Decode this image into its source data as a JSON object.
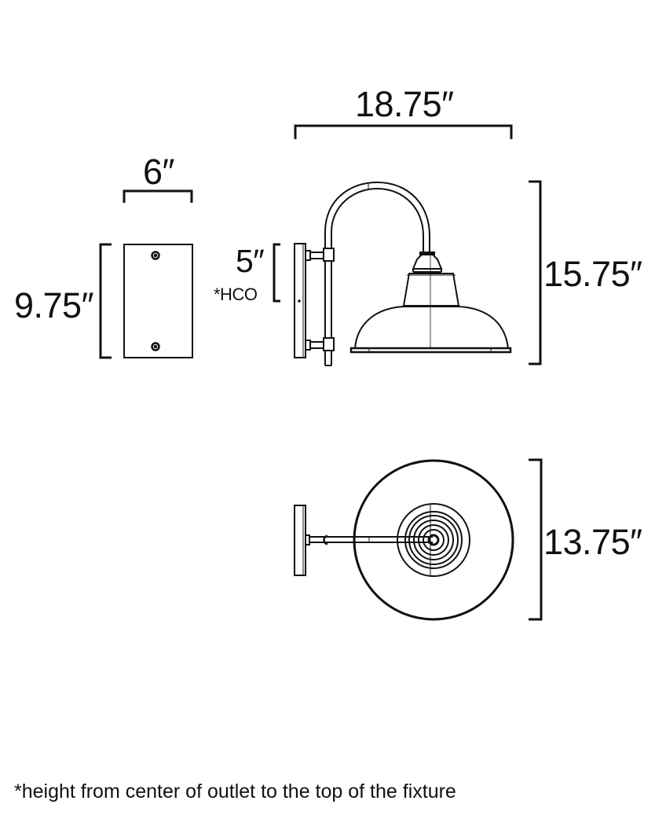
{
  "diagram": {
    "title": "Wall sconce fixture dimension drawing",
    "colors": {
      "line": "#111111",
      "background": "#ffffff"
    },
    "backplate_view": {
      "width_label": "6″",
      "height_label": "9.75″"
    },
    "side_view": {
      "overall_width_label": "18.75″",
      "overall_height_label": "15.75″",
      "hco_value_label": "5″",
      "hco_tag": "*HCO"
    },
    "top_view": {
      "shade_diameter_label": "13.75″"
    },
    "footnote": "*height from center of outlet to the top of the fixture"
  }
}
